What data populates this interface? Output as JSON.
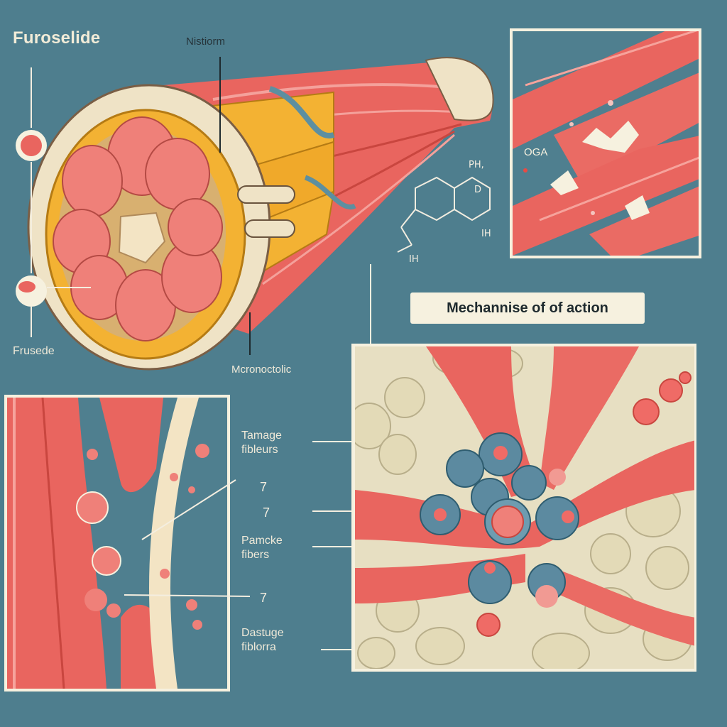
{
  "labels": {
    "title": "Furoselide",
    "top_callout": "Nistiorm",
    "left_bottom": "Frusede",
    "mid_bottom": "Mcronoctolic",
    "mechanism": "Mechannise of of action",
    "damage_fibers": [
      "Tamage",
      "fibleurs"
    ],
    "pamcke_fibers": [
      "Pamcke",
      "fibers"
    ],
    "dastuge_fibers": [
      "Dastuge",
      "fiblorra"
    ],
    "chem_ph": "PH,",
    "chem_d": "D",
    "chem_ih1": "IH",
    "chem_ih2": "IH",
    "oga": "OGA",
    "mark1": "7",
    "mark2": "7",
    "mark3": "7"
  },
  "colors": {
    "background": "#4e7e8e",
    "muscle": "#e9655f",
    "muscle_light": "#f08a84",
    "fat": "#f3b233",
    "sheath": "#efe3c6",
    "cell": "#e7dfc2",
    "panel_border": "#f6f1df"
  }
}
